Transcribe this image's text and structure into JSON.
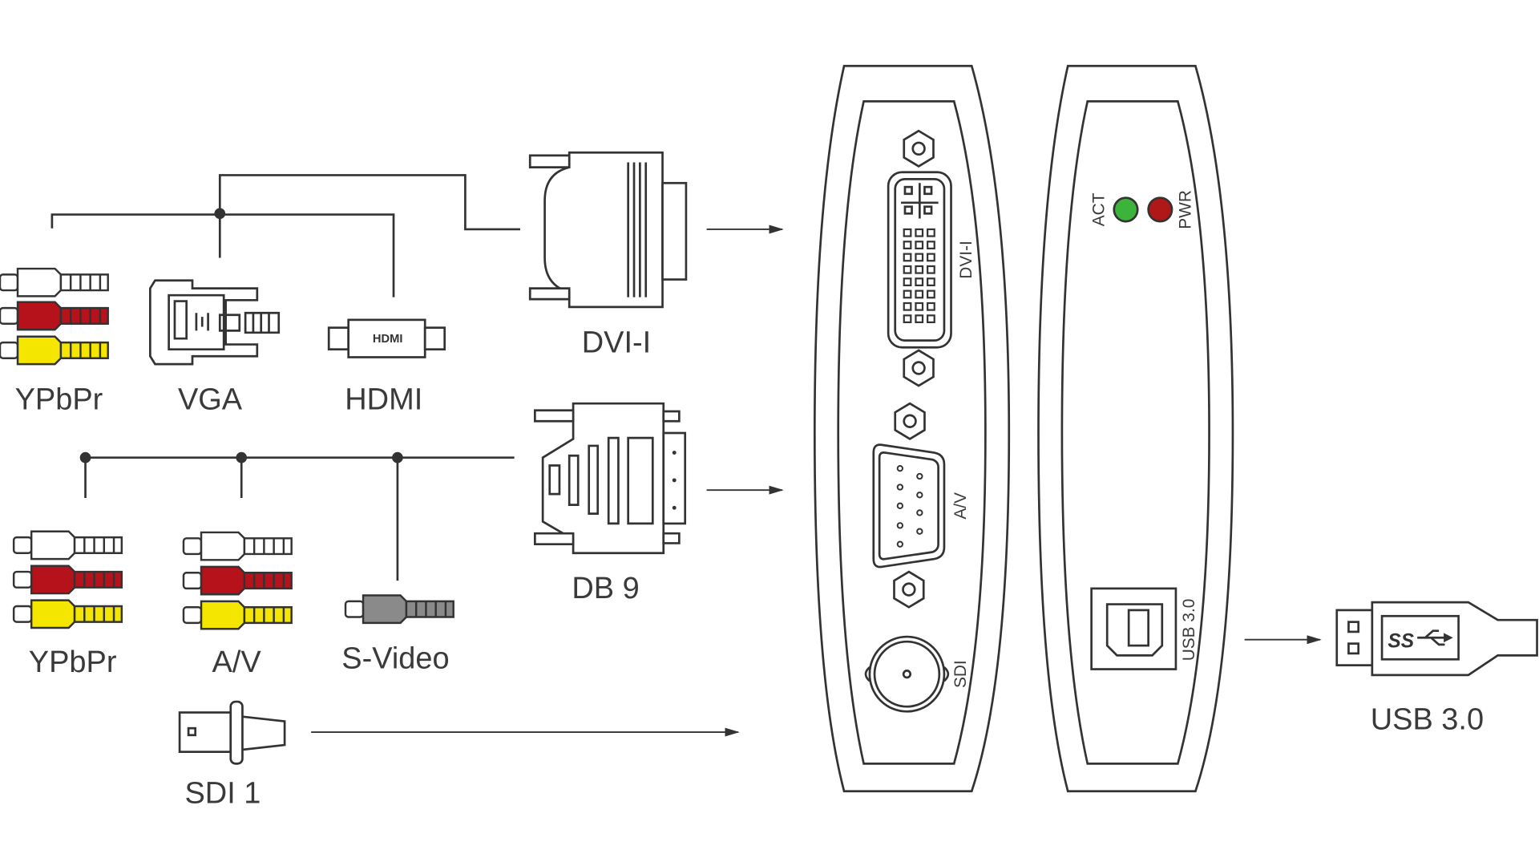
{
  "labels": {
    "ypbpr_top": "YPbPr",
    "vga": "VGA",
    "hdmi": "HDMI",
    "dvi": "DVI-I",
    "db9": "DB 9",
    "ypbpr_bottom": "YPbPr",
    "av": "A/V",
    "svideo": "S-Video",
    "sdi": "SDI 1",
    "usb": "USB 3.0"
  },
  "hdmi_logo": "HDMI",
  "device": {
    "front_ports": {
      "dvi": "DVI-I",
      "av": "A/V",
      "sdi": "SDI"
    },
    "back": {
      "act": "ACT",
      "pwr": "PWR",
      "usb": "USB 3.0"
    }
  },
  "usb_logo": "SS",
  "colors": {
    "red": "#b5121b",
    "yellow": "#f5e600",
    "white": "#ffffff",
    "grey": "#8a8a8a",
    "led_act": "#3cb43c",
    "led_pwr": "#b01818",
    "stroke": "#333333"
  }
}
